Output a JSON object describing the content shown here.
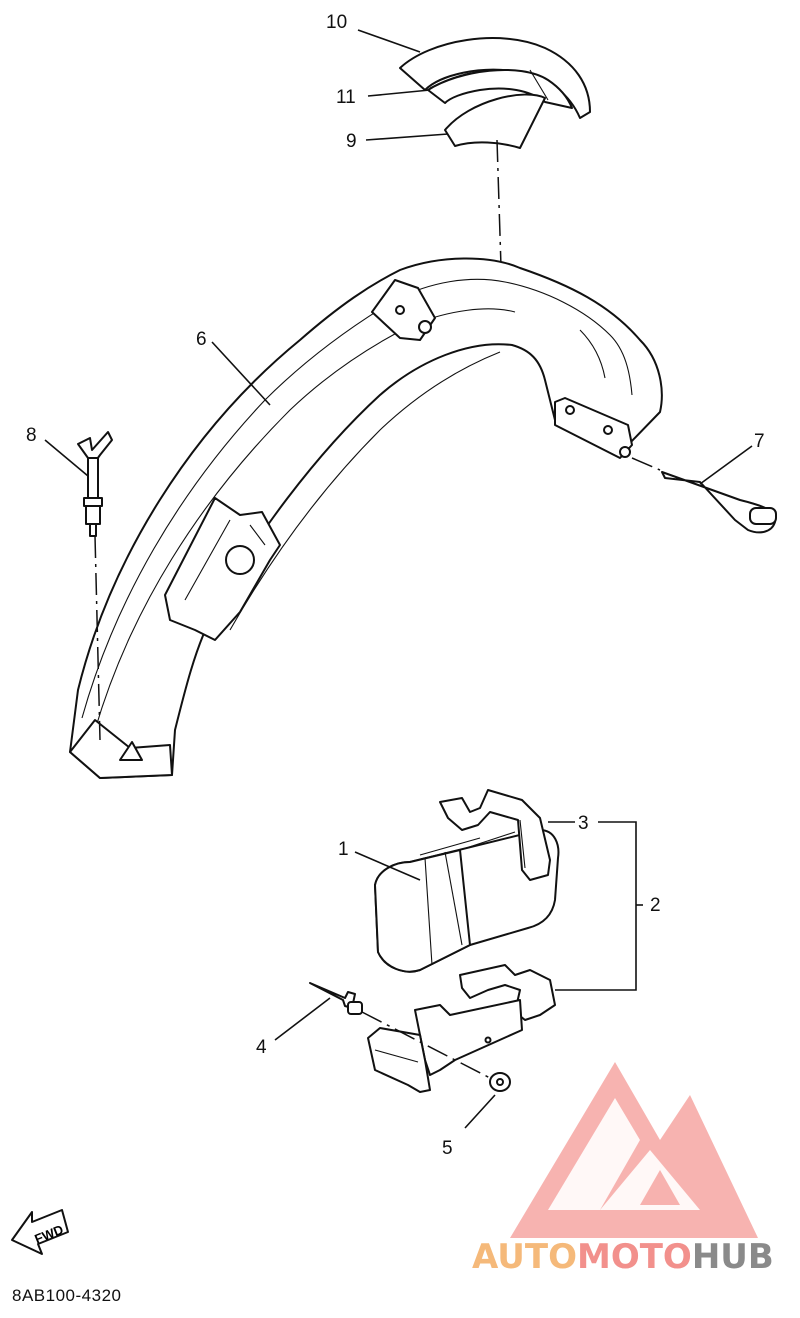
{
  "callouts": {
    "c1": "1",
    "c2": "2",
    "c3": "3",
    "c4": "4",
    "c5": "5",
    "c6": "6",
    "c7": "7",
    "c8": "8",
    "c9": "9",
    "c10": "10",
    "c11": "11"
  },
  "fwd_label": "FWD",
  "diagram_code": "8AB100-4320",
  "watermark": {
    "part1": "AUTO",
    "part2": "MOTO",
    "part3": "HUB"
  },
  "colors": {
    "line": "#111111",
    "watermark_red": "#f2908c",
    "watermark_orange": "#f5b97a",
    "watermark_gray": "#8a8a8a"
  }
}
